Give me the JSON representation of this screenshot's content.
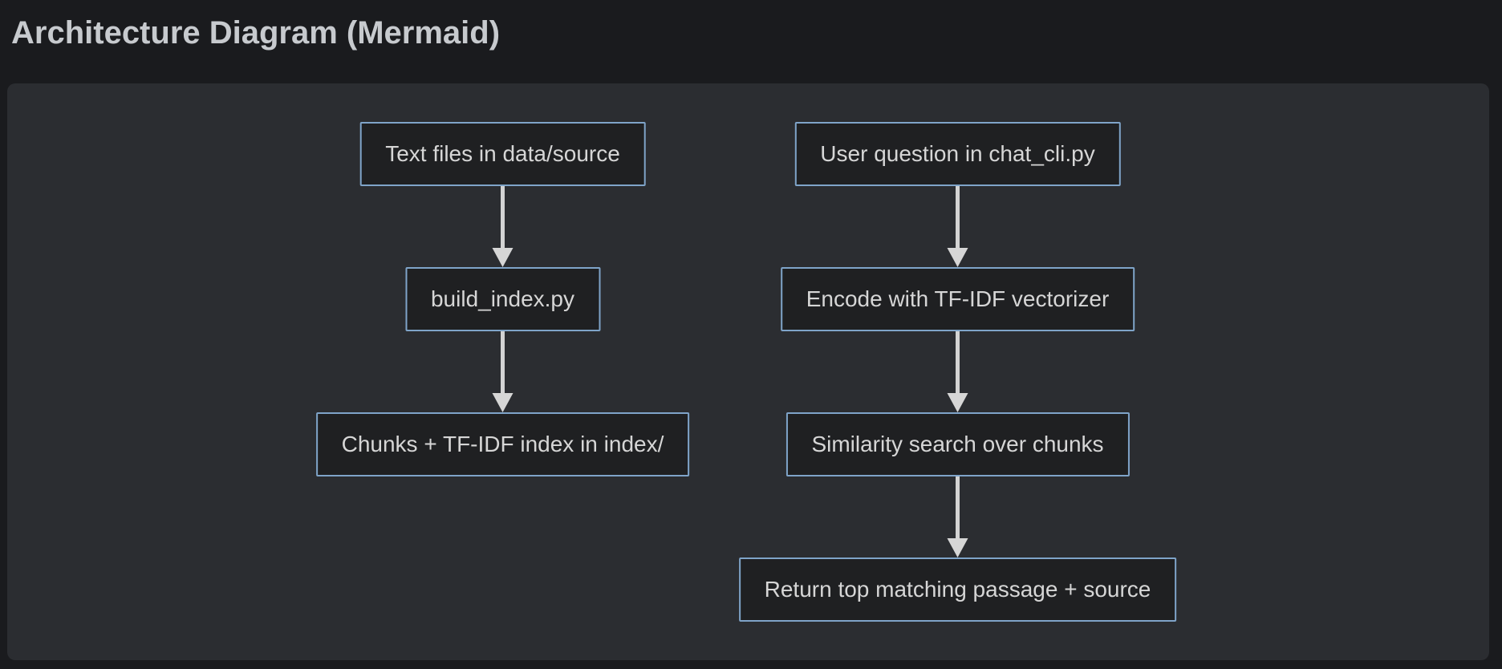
{
  "header": {
    "title": "Architecture Diagram (Mermaid)"
  },
  "colors": {
    "page_background": "#1a1b1e",
    "panel_background": "#2b2d31",
    "node_fill": "#1f2022",
    "node_border": "#7fa4c9",
    "node_text": "#d6d6d6",
    "arrow": "#d3d3d3",
    "title_text": "#c7cace"
  },
  "diagram": {
    "type": "flowchart",
    "direction": "top-down",
    "nodes": [
      {
        "id": "text-files",
        "column": "indexing",
        "row": 1,
        "label": "Text files in data/source"
      },
      {
        "id": "user-question",
        "column": "query",
        "row": 1,
        "label": "User question in chat_cli.py"
      },
      {
        "id": "build-index",
        "column": "indexing",
        "row": 2,
        "label": "build_index.py"
      },
      {
        "id": "encode-tfidf",
        "column": "query",
        "row": 2,
        "label": "Encode with TF-IDF vectorizer"
      },
      {
        "id": "chunks-index",
        "column": "indexing",
        "row": 3,
        "label": "Chunks + TF-IDF index in index/"
      },
      {
        "id": "similarity-search",
        "column": "query",
        "row": 3,
        "label": "Similarity search over chunks"
      },
      {
        "id": "return-passage",
        "column": "query",
        "row": 4,
        "label": "Return top matching passage + source"
      }
    ],
    "edges": [
      {
        "from": "text-files",
        "to": "build-index"
      },
      {
        "from": "build-index",
        "to": "chunks-index"
      },
      {
        "from": "user-question",
        "to": "encode-tfidf"
      },
      {
        "from": "encode-tfidf",
        "to": "similarity-search"
      },
      {
        "from": "similarity-search",
        "to": "return-passage"
      }
    ]
  }
}
